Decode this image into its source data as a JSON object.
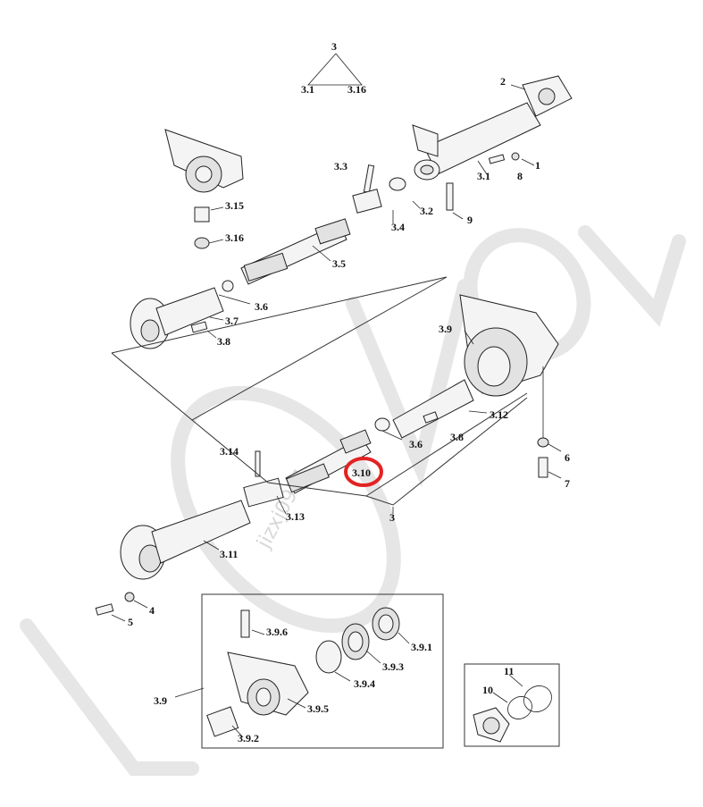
{
  "watermark": {
    "brand": "LOVOL",
    "code": "jizxj0951"
  },
  "highlight_color": "#e32222",
  "labels": {
    "tree_root": "3",
    "tree_left": "3.1",
    "tree_right": "3.16",
    "l2": "2",
    "l1": "1",
    "l8a": "8",
    "l31": "3.1",
    "l9a": "9",
    "l33": "3.3",
    "l32": "3.2",
    "l34": "3.4",
    "l315": "3.15",
    "l316": "3.16",
    "l35": "3.5",
    "l36a": "3.6",
    "l37": "3.7",
    "l38": "3.8",
    "l39": "3.9",
    "l312": "3.12",
    "l36b": "3.6",
    "l8b": "3.8",
    "l6": "6",
    "l7": "7",
    "l314": "3.14",
    "l310": "3.10",
    "l313": "3.13",
    "l3": "3",
    "l311": "3.11",
    "l5": "5",
    "l4": "4",
    "l396": "3.9.6",
    "l391": "3.9.1",
    "l393": "3.9.3",
    "l394": "3.9.4",
    "l39b": "3.9",
    "l395": "3.9.5",
    "l392": "3.9.2",
    "l11": "11",
    "l10": "10"
  }
}
